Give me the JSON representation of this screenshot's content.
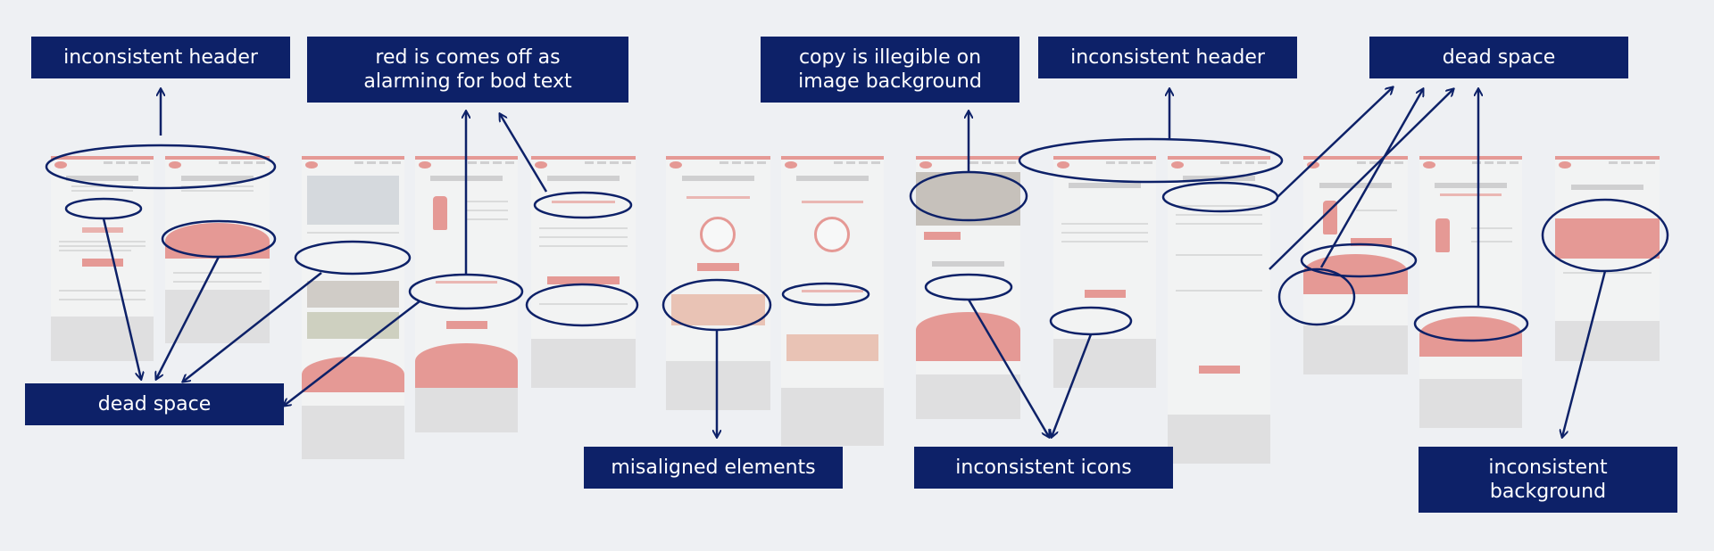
{
  "annotations": [
    {
      "id": "inconsistent-header-1",
      "text": "inconsistent header"
    },
    {
      "id": "red-body-text",
      "text": "red is comes off as\nalarming for bod text"
    },
    {
      "id": "copy-illegible",
      "text": "copy is illegible on\nimage background"
    },
    {
      "id": "inconsistent-header-2",
      "text": "inconsistent header"
    },
    {
      "id": "dead-space-top",
      "text": "dead space"
    },
    {
      "id": "dead-space-left",
      "text": "dead space"
    },
    {
      "id": "misaligned-elements",
      "text": "misaligned elements"
    },
    {
      "id": "inconsistent-icons",
      "text": "inconsistent icons"
    },
    {
      "id": "inconsistent-background",
      "text": "inconsistent\nbackground"
    }
  ],
  "colors": {
    "label_bg": "#0d2168",
    "label_text": "#ffffff",
    "annotation_stroke": "#0d2168",
    "brand_coral": "#e3847e",
    "page_bg": "#eef0f3"
  }
}
